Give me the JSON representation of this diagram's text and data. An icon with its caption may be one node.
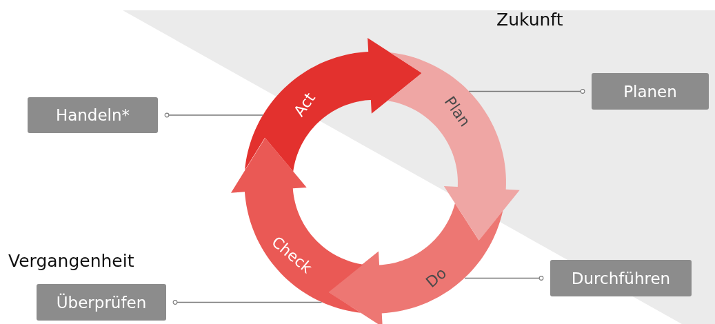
{
  "diagram": {
    "nodes": [
      {
        "text": [
          "Planen"
        ]
      },
      {
        "text": [
          "Act"
        ]
      },
      {
        "text": [
          "Plan"
        ]
      },
      {
        "text": [
          "Handeln*"
        ]
      },
      {
        "text": [
          "Check"
        ]
      },
      {
        "text": [
          "Do"
        ]
      },
      {
        "text": [
          "Durchführen"
        ]
      },
      {
        "text": [
          "Überprüfen"
        ]
      }
    ],
    "edges": [
      {
        "from": 0,
        "to": 2,
        "arrow": "other"
      },
      {
        "from": 3,
        "to": 1,
        "arrow": "other"
      },
      {
        "from": 6,
        "to": 5,
        "arrow": "other"
      },
      {
        "from": 7,
        "to": 4,
        "arrow": "other"
      }
    ],
    "labels": [
      "Zukunft",
      "Vergangenheit"
    ]
  }
}
